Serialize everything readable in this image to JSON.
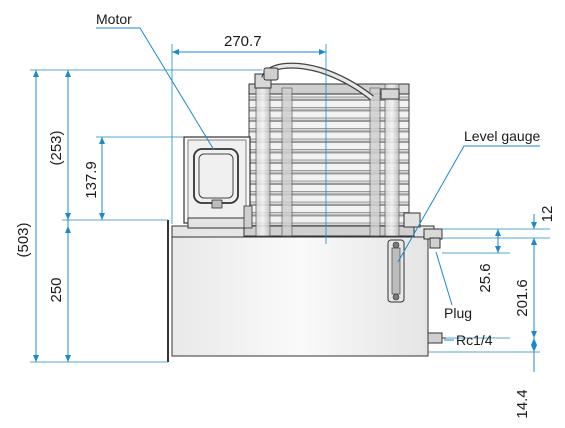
{
  "callouts": {
    "motor": "Motor",
    "level_gauge": "Level gauge",
    "plug": "Plug",
    "rc": "Rc1/4"
  },
  "dimensions": {
    "width_top": "270.7",
    "overall_height": "(503)",
    "upper_height": "(253)",
    "motor_height": "137.9",
    "tank_height": "250",
    "flange": "12",
    "plug_offset": "25.6",
    "port_height": "201.6",
    "port_bottom": "14.4"
  },
  "colors": {
    "dimension_line": "#1c8ac9",
    "tank": "#f4f4f4",
    "fins": "#b9b9b9"
  }
}
